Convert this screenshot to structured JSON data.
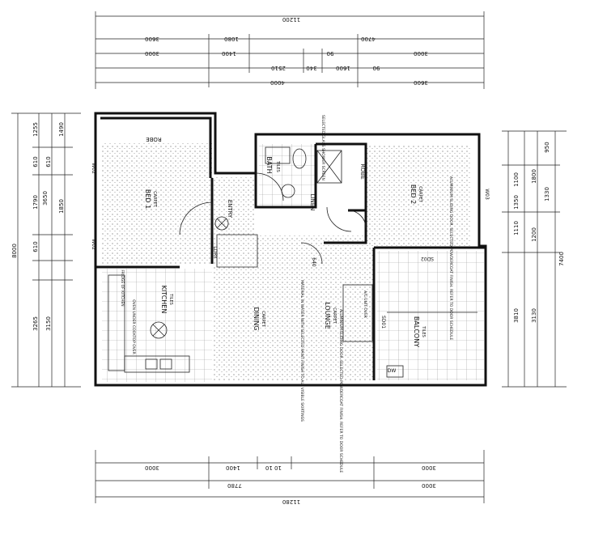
{
  "dimensions": {
    "top_overall": "11200",
    "top_row1": [
      "3600",
      "1080",
      "4700"
    ],
    "top_row2": [
      "3000",
      "1400",
      "2510",
      "90",
      "1600",
      "340",
      "90",
      "3000"
    ],
    "top_row3": [
      "4000",
      "3600"
    ],
    "bottom_row1": [
      "3000",
      "1400",
      "10 10",
      "3000"
    ],
    "bottom_row2": [
      "7780",
      "3000"
    ],
    "bottom_overall": "11280",
    "left_outer": "8000",
    "left_mid": [
      "3650"
    ],
    "left_inner": [
      "1255",
      "610",
      "1790",
      "610",
      "3265",
      "3150",
      "610",
      "1850",
      "1490"
    ],
    "right_outer": "7400",
    "right_mid": [
      "950",
      "1100",
      "1800",
      "1330",
      "1350",
      "1110",
      "1200",
      "3810",
      "3130"
    ]
  },
  "rooms": {
    "bed1": "BED 1",
    "bed2": "BED 2",
    "robe_top": "ROBE",
    "robe_right": "ROBE",
    "bath": "BATH",
    "linen": "LINEN",
    "entry": "ENTRY",
    "kitchen": "KITCHEN",
    "dining": "DINING",
    "lounge": "LOUNGE",
    "balcony": "BALCONY",
    "laundry": "LDRY"
  },
  "finishes": {
    "carpet": "CARPET",
    "tiles": "TILES"
  },
  "openings": {
    "w02_top": "W02",
    "w02_bottom": "W02",
    "w03": "W03",
    "sd01": "SD01",
    "sd02": "SD02",
    "dw": "DW"
  },
  "notes": {
    "bed2_door": "ALUMINIUM SLIDING DOOR. SELECTED POWDERCOAT FINISH. REFER TO DOOR SCHEDULE",
    "dining_note": "MATERIAL IN WATER WITH SELECTED PAINT FINISH TO ALL VISIBLE SKIRTINGS",
    "lounge_door": "ALUMINIUM SLIDING DOOR. SELECTED POWDERCOAT FINISH. REFER TO DOOR SCHEDULE",
    "ac_unit": "A/C UNIT OVER",
    "kitchen_fridge": "FRIDGE OF KITCHEN",
    "kitchen_oven": "OVEN UNDER COOKTOP OVER",
    "bath_glass": "SELECTED GLASS SHOWER SCREEN",
    "dim_640": "640"
  }
}
